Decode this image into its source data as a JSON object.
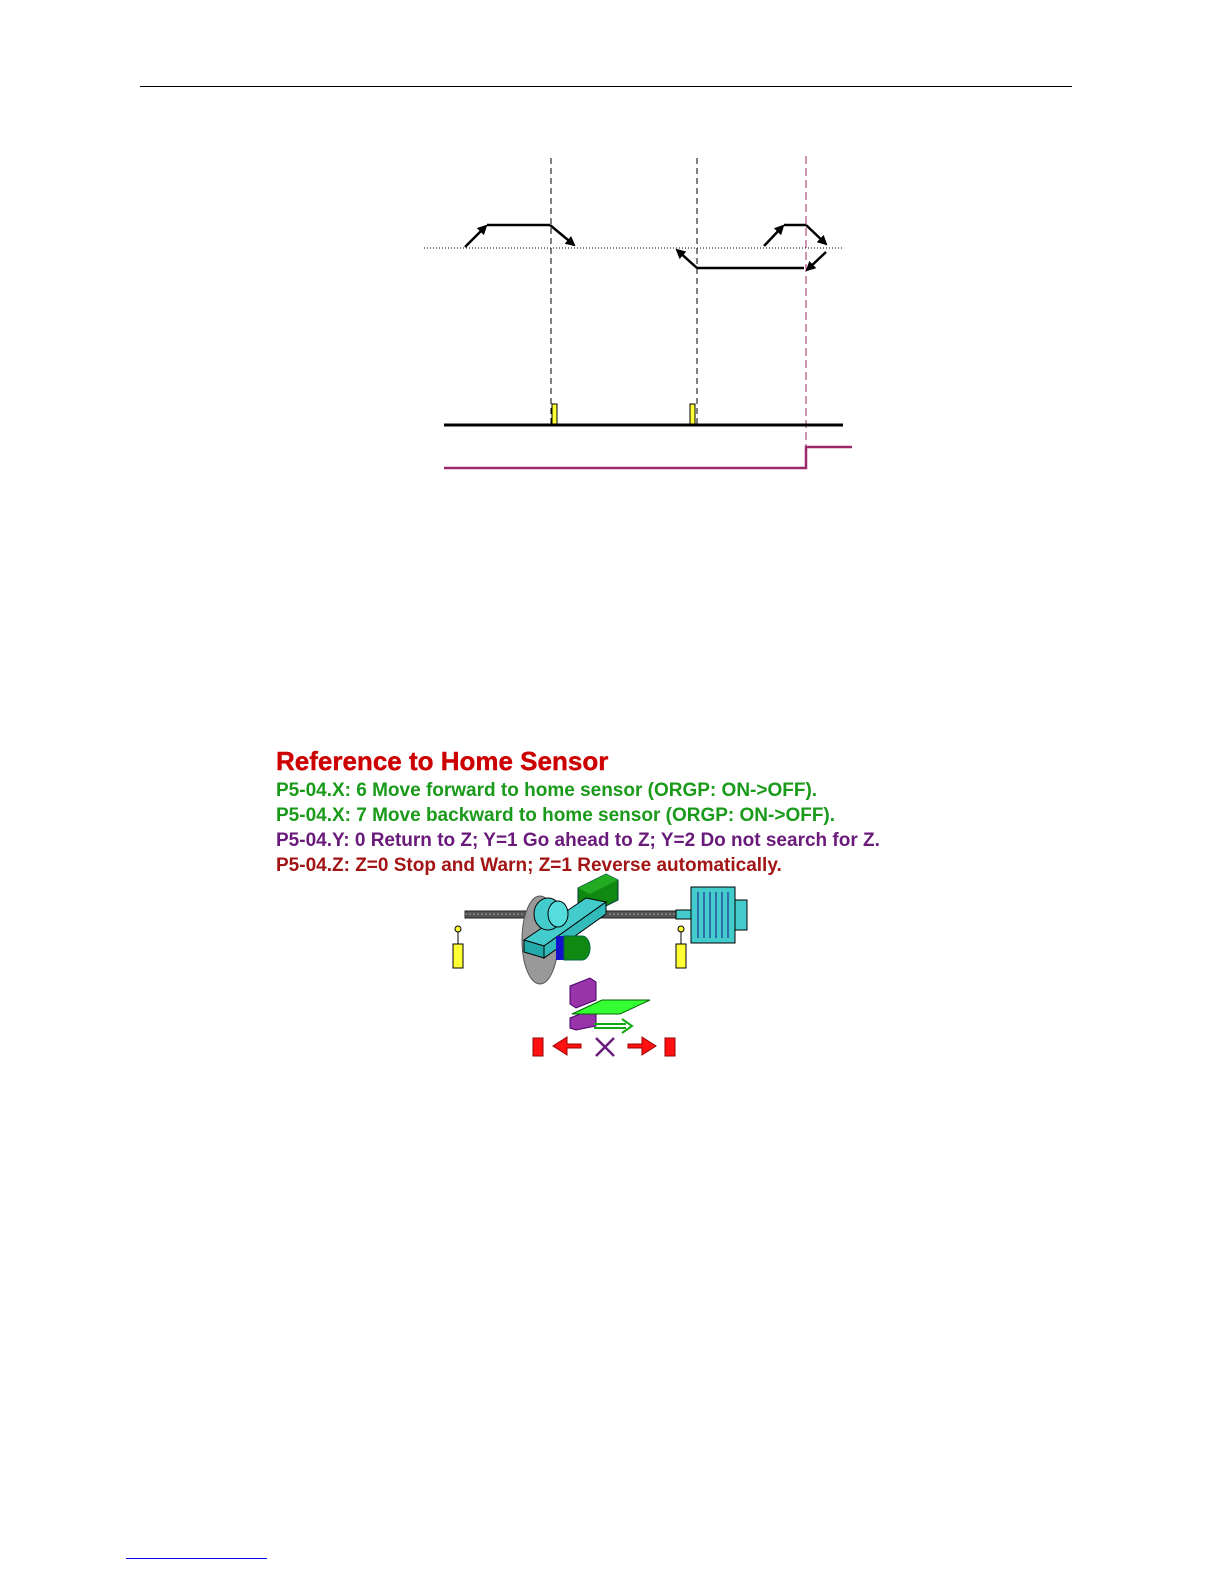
{
  "colors": {
    "title_red": "#cc0000",
    "green_text": "#1a9a1a",
    "purple_text": "#6a1a7a",
    "darkred_text": "#a31515",
    "signal_magenta": "#9c2a6a",
    "sensor_yellow": "#ffff33",
    "slider_cyan": "#44cccc",
    "arrow_red": "#ff1111",
    "plate_green": "#33ff33",
    "block_purple": "#9933aa"
  },
  "reference": {
    "title": "Reference to Home Sensor",
    "lines": [
      {
        "text": "P5-04.X: 6 Move forward to home sensor (ORGP: ON->OFF).",
        "color": "#1a9a1a"
      },
      {
        "text": "P5-04.X: 7 Move backward to home sensor (ORGP: ON->OFF).",
        "color": "#1a9a1a"
      },
      {
        "text": "P5-04.Y: 0 Return to Z; Y=1 Go ahead to Z; Y=2 Do not search for Z.",
        "color": "#6a1a7a"
      },
      {
        "text": "P5-04.Z: Z=0 Stop and Warn; Z=1 Reverse automatically.",
        "color": "#a31515"
      }
    ]
  },
  "icons": {
    "ball_screw": "ball-screw-icon",
    "servo_motor": "servo-motor-icon",
    "limit_sensor": "limit-sensor-icon",
    "direction_arrows": "direction-arrows-icon"
  }
}
